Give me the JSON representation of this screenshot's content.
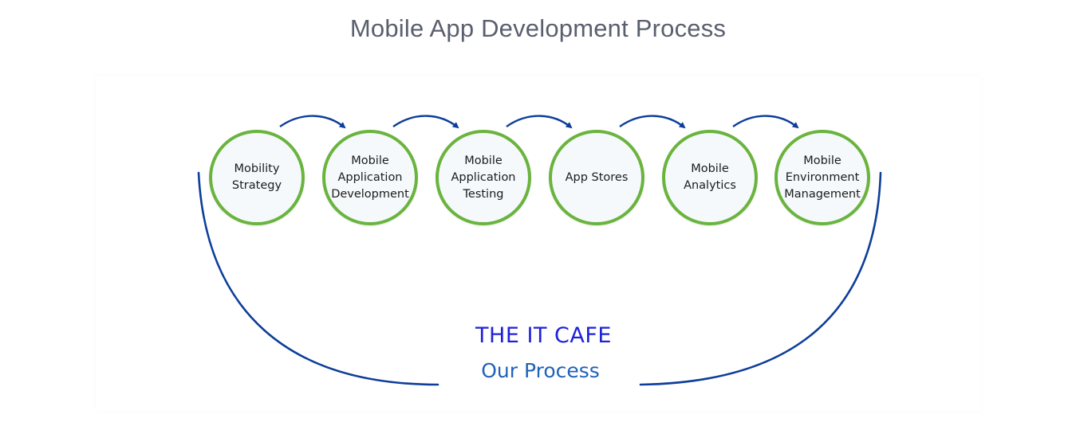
{
  "title": "Mobile App Development Process",
  "steps": [
    {
      "label": "Mobility\nStrategy"
    },
    {
      "label": "Mobile\nApplication\nDevelopment"
    },
    {
      "label": "Mobile\nApplication\nTesting"
    },
    {
      "label": "App Stores"
    },
    {
      "label": "Mobile\nAnalytics"
    },
    {
      "label": "Mobile\nEnvironment\nManagement"
    }
  ],
  "brand": {
    "name": "THE IT CAFE",
    "tagline": "Our Process"
  },
  "colors": {
    "circle_border": "#6ab43e",
    "circle_fill": "#f5f9fb",
    "connector": "#0d3e9a",
    "brand_name": "#1e22d8",
    "brand_tagline": "#2062b8",
    "title": "#5a5f6e"
  }
}
